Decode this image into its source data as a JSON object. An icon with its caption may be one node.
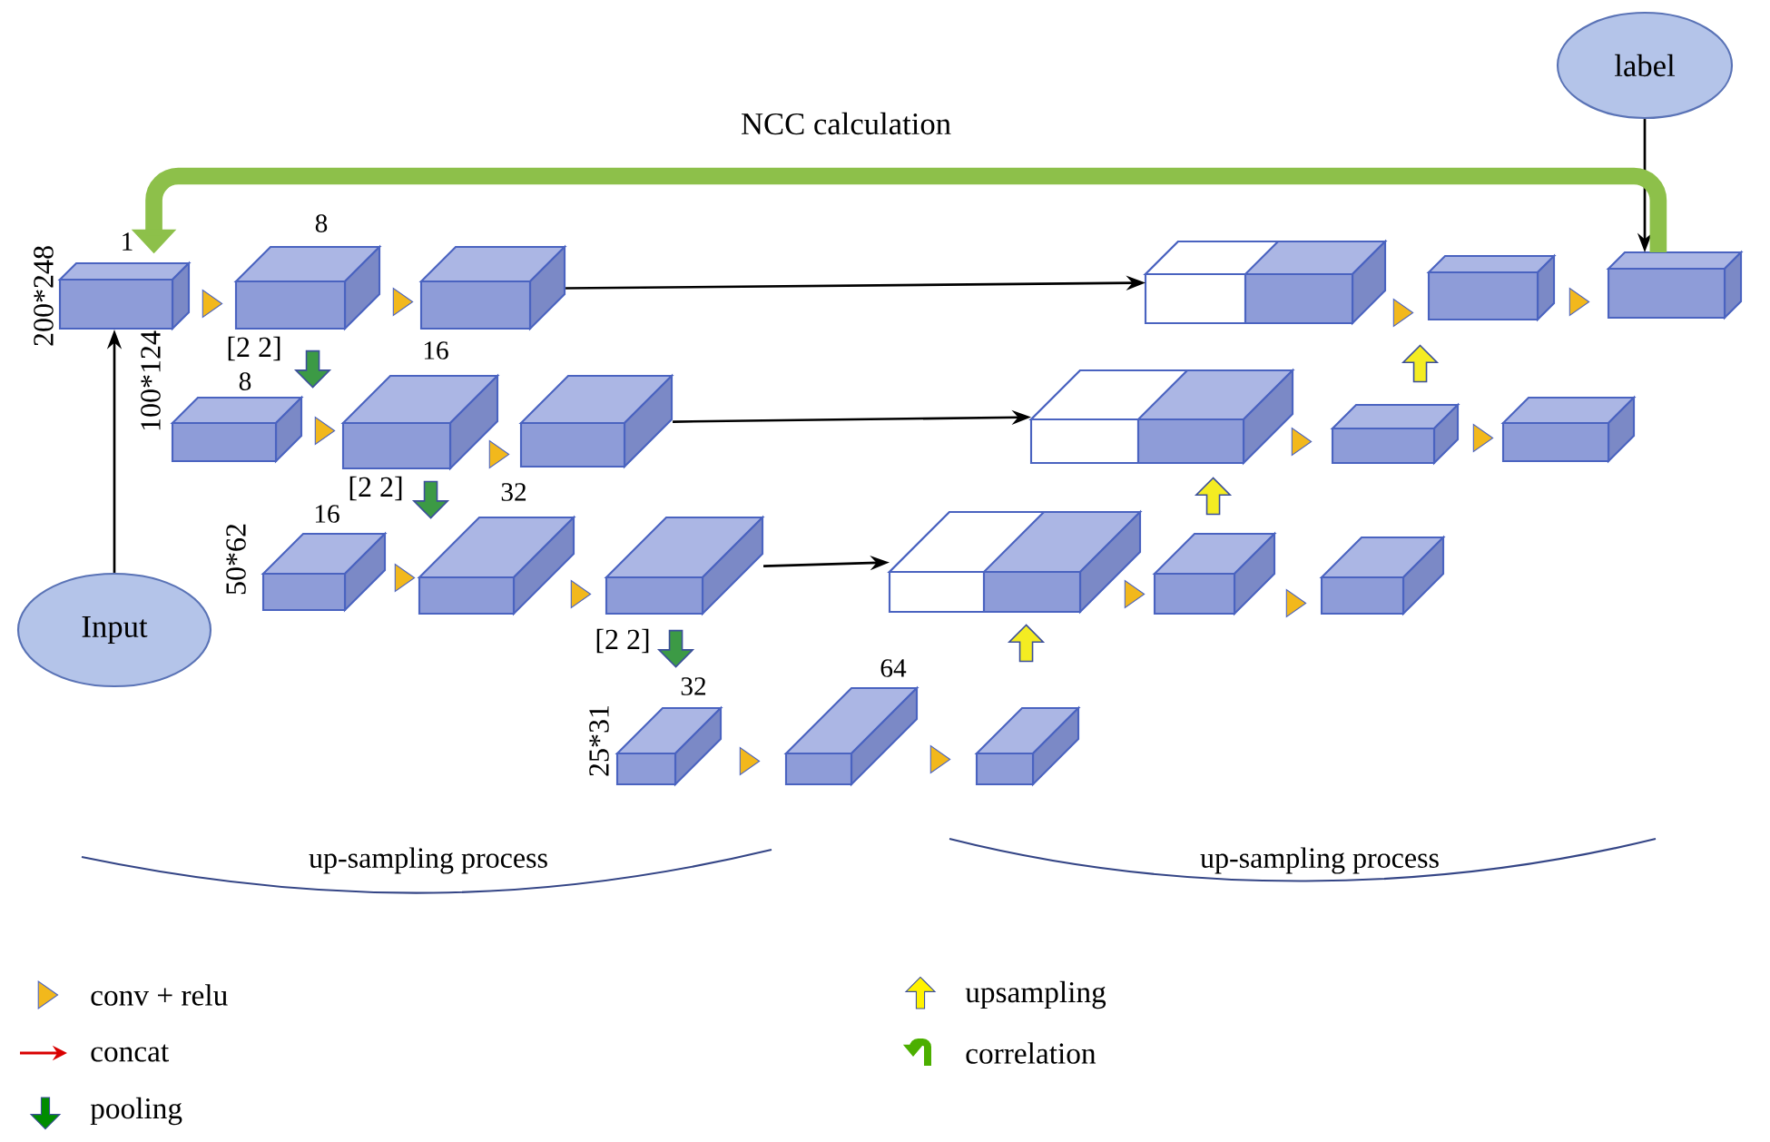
{
  "diagram": {
    "nodes": [
      {
        "text": [
          "label"
        ]
      },
      {
        "text": [],
        "shape": "box",
        "beside": [
          "1"
        ]
      },
      {
        "text": [],
        "shape": "box",
        "beside": [
          "8"
        ]
      },
      {
        "text": [],
        "shape": "box"
      },
      {
        "text": [],
        "shape": "box"
      },
      {
        "text": [],
        "shape": "box"
      },
      {
        "text": [],
        "shape": "box"
      },
      {
        "text": [],
        "shape": "box",
        "beside": [
          "8"
        ]
      },
      {
        "text": [],
        "shape": "box",
        "beside": [
          "16"
        ]
      },
      {
        "text": [],
        "shape": "box"
      },
      {
        "text": [],
        "shape": "box"
      },
      {
        "text": [],
        "shape": "box"
      },
      {
        "text": [],
        "shape": "box"
      },
      {
        "text": [],
        "shape": "box",
        "beside": [
          "16"
        ]
      },
      {
        "text": [],
        "shape": "box",
        "beside": [
          "32"
        ]
      },
      {
        "text": [],
        "shape": "box"
      },
      {
        "text": [],
        "shape": "box"
      },
      {
        "text": [],
        "shape": "box"
      },
      {
        "text": [],
        "shape": "box"
      },
      {
        "text": [
          "Input"
        ]
      },
      {
        "text": [],
        "shape": "box",
        "beside": [
          "32"
        ]
      },
      {
        "text": [],
        "shape": "box",
        "beside": [
          "64"
        ]
      },
      {
        "text": [],
        "shape": "box"
      }
    ],
    "edges": [
      {
        "from": 19,
        "to": 1,
        "arrow": "to",
        "color": "#000000"
      },
      {
        "from": 0,
        "to": 6,
        "arrow": "to",
        "color": "#000000"
      },
      {
        "from": 6,
        "to": 1,
        "arrow": "to",
        "label": "NCC calculation",
        "style": "thick",
        "color": "#8dc04a"
      },
      {
        "from": 1,
        "to": 2,
        "arrow": "to"
      },
      {
        "from": 2,
        "to": 3,
        "arrow": "to"
      },
      {
        "from": 7,
        "to": 8,
        "arrow": "to"
      },
      {
        "from": 8,
        "to": 9,
        "arrow": "to"
      },
      {
        "from": 13,
        "to": 14,
        "arrow": "to"
      },
      {
        "from": 14,
        "to": 15,
        "arrow": "to"
      },
      {
        "from": 20,
        "to": 21,
        "arrow": "to"
      },
      {
        "from": 21,
        "to": 22,
        "arrow": "to"
      },
      {
        "from": 16,
        "to": 17,
        "arrow": "to"
      },
      {
        "from": 17,
        "to": 18,
        "arrow": "to"
      },
      {
        "from": 10,
        "to": 11,
        "arrow": "to"
      },
      {
        "from": 11,
        "to": 12,
        "arrow": "to"
      },
      {
        "from": 4,
        "to": 5,
        "arrow": "to"
      },
      {
        "from": 5,
        "to": 6,
        "arrow": "to"
      },
      {
        "from": 3,
        "to": 4,
        "arrow": "to",
        "color": "#000000"
      },
      {
        "from": 9,
        "to": 10,
        "arrow": "to",
        "color": "#000000"
      },
      {
        "from": 15,
        "to": 16,
        "arrow": "to",
        "color": "#000000"
      },
      {
        "from": 2,
        "to": 7,
        "arrow": "to",
        "label": "[2 2]",
        "style": "thick",
        "color": "#3c9a45"
      },
      {
        "from": 8,
        "to": 13,
        "arrow": "to",
        "label": "[2 2]",
        "style": "thick",
        "color": "#3c9a45"
      },
      {
        "from": 15,
        "to": 20,
        "arrow": "to",
        "label": "[2 2]",
        "style": "thick",
        "color": "#3c9a45"
      },
      {
        "from": 22,
        "to": 16,
        "arrow": "to",
        "style": "thick",
        "color": "#f4ec22"
      },
      {
        "from": 17,
        "to": 10,
        "arrow": "to",
        "style": "thick",
        "color": "#f4ec22"
      },
      {
        "from": 11,
        "to": 4,
        "arrow": "to",
        "style": "thick",
        "color": "#f4ec22"
      }
    ],
    "labels": [
      "200*248",
      "100*124",
      "50*62",
      "25*31",
      "up-sampling process",
      "up-sampling process"
    ],
    "legend": [
      {
        "text": "conv + relu"
      },
      {
        "text": "upsampling"
      },
      {
        "text": "concat"
      },
      {
        "text": "correlation"
      },
      {
        "text": "pooling"
      }
    ]
  }
}
